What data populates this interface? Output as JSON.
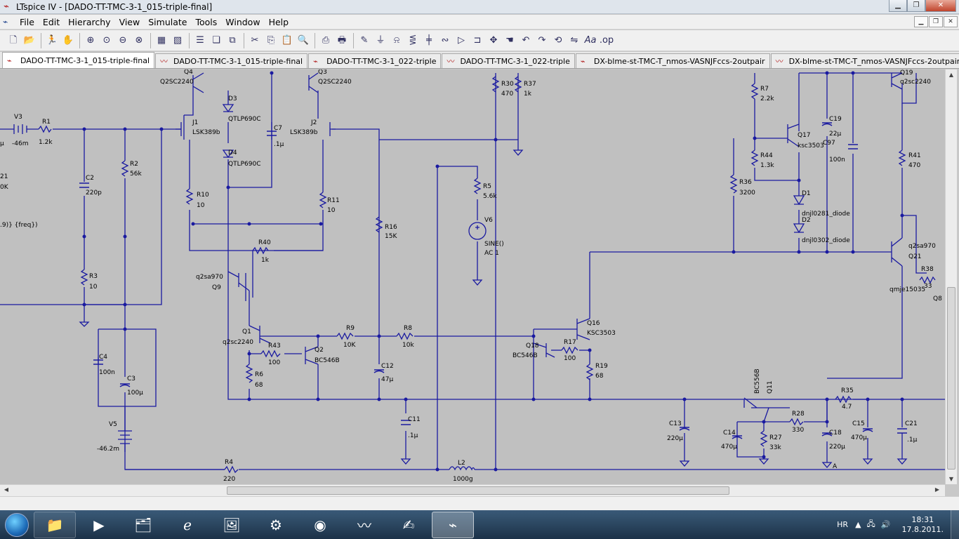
{
  "window": {
    "title": "LTspice IV - [DADO-TT-TMC-3-1_015-triple-final]"
  },
  "menu": [
    "File",
    "Edit",
    "Hierarchy",
    "View",
    "Simulate",
    "Tools",
    "Window",
    "Help"
  ],
  "tabs": [
    {
      "label": "DADO-TT-TMC-3-1_015-triple-final",
      "icon": "schematic-icon",
      "active": true
    },
    {
      "label": "DADO-TT-TMC-3-1_015-triple-final",
      "icon": "waveform-icon",
      "active": false
    },
    {
      "label": "DADO-TT-TMC-3-1_022-triple",
      "icon": "schematic-icon",
      "active": false
    },
    {
      "label": "DADO-TT-TMC-3-1_022-triple",
      "icon": "waveform-icon",
      "active": false
    },
    {
      "label": "DX-blme-st-TMC-T_nmos-VASNJFccs-2outpair",
      "icon": "schematic-icon",
      "active": false
    },
    {
      "label": "DX-blme-st-TMC-T_nmos-VASNJFccs-2outpair",
      "icon": "waveform-icon",
      "active": false
    }
  ],
  "schematic": {
    "labels": {
      "Q4": "Q4",
      "Q4m": "Q2SC2240",
      "Q3": "Q3",
      "Q3m": "Q2SC2240",
      "D3": "D3",
      "D3m": "QTLP690C",
      "D4": "D4",
      "D4m": "QTLP690C",
      "C7": "C7",
      "C7v": ".1µ",
      "J1": "J1",
      "J1m": "LSK389b",
      "J2": "J2",
      "J2m": "LSK389b",
      "R30": "R30",
      "R30v": "470",
      "R37": "R37",
      "R37v": "1k",
      "V3": "V3",
      "V3v": "-46m",
      "V3p": "µ",
      "R1": "R1",
      "R1v": "1.2k",
      "R21": "21",
      "R21v": "0K",
      "C2": "C2",
      "C2v": "220p",
      "R2": "R2",
      "R2v": "56k",
      "freq": ".9)} {freq})",
      "R10": "R10",
      "R10v": "10",
      "R11": "R11",
      "R11v": "10",
      "R40": "R40",
      "R40v": "1k",
      "R16": "R16",
      "R16v": "15K",
      "R5": "R5",
      "R5v": "5.6k",
      "V6": "V6",
      "V6s": "SINE()",
      "V6a": "AC 1",
      "R3": "R3",
      "R3v": "10",
      "Q9m": "q2sa970",
      "Q9": "Q9",
      "Q1": "Q1",
      "Q1m": "q2sc2240",
      "R43": "R43",
      "R43v": "100",
      "Q2": "Q2",
      "Q2m": "BC546B",
      "R9": "R9",
      "R9v": "10K",
      "R8": "R8",
      "R8v": "10k",
      "R6": "R6",
      "R6v": "68",
      "C12": "C12",
      "C12v": "47µ",
      "C4": "C4",
      "C4v": "100n",
      "C3": "C3",
      "C3v": "100µ",
      "C11": "C11",
      "C11v": ".1µ",
      "V5": "V5",
      "V5v": "-46.2m",
      "R4": "R4",
      "R4v": "220",
      "L2": "L2",
      "L2v": "1000g",
      "Q16": "Q16",
      "Q16m": "KSC3503",
      "Q18": "Q18",
      "Q18m": "BC546B",
      "R17": "R17",
      "R17v": "100",
      "R19": "R19",
      "R19v": "68",
      "R7": "R7",
      "R7v": "2.2k",
      "Q17": "Q17",
      "Q17m": "ksc3503",
      "C19": "C19",
      "C19v": "22µ",
      "C97": "C97",
      "C97v": "100n",
      "R44": "R44",
      "R44v": "1.3k",
      "R36": "R36",
      "R36v": "3200",
      "D1": "D1",
      "D1m": "dnjl0281_diode",
      "D2": "D2",
      "D2m": "dnjl0302_diode",
      "Q19": "Q19",
      "Q19m": "q2sc2240",
      "R41": "R41",
      "R41v": "470",
      "Q21": "Q21",
      "Q21m": "q2sa970",
      "Qmje": "qmje15035",
      "R38": "R38",
      "R38v": "33",
      "Q8x": "Q8",
      "Q11": "Q11",
      "Q11m": "BC556B",
      "R35": "R35",
      "R35v": "4.7",
      "R28": "R28",
      "R28v": "330",
      "C13": "C13",
      "C13v": "220µ",
      "C14": "C14",
      "C14v": "470µ",
      "R27": "R27",
      "R27v": "33k",
      "C18": "C18",
      "C18v": "220µ",
      "C15": "C15",
      "C15v": "470µ",
      "C21": "C21",
      "C21v": ".1µ",
      "nodeA": "A"
    },
    "wire_color": "#1a1aa0",
    "background_color": "#c0c0c0"
  },
  "taskbar": {
    "language": "HR",
    "time": "18:31",
    "date": "17.8.2011."
  }
}
